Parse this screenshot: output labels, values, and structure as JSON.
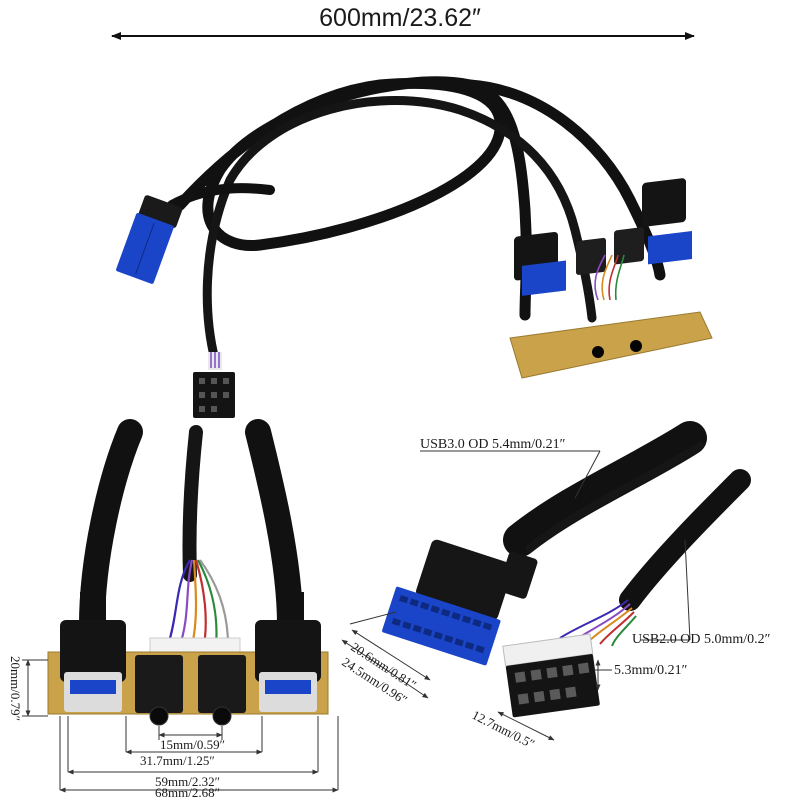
{
  "dimensions": {
    "total_length": "600mm/23.62″",
    "usb3_od": "USB3.0 OD 5.4mm/0.21″",
    "usb2_od": "USB2.0 OD 5.0mm/0.2″",
    "connector_20pin_width": "20.6mm/0.81″",
    "connector_20pin_housing": "24.5mm/0.96″",
    "connector_9pin_height": "5.3mm/0.21″",
    "connector_9pin_width": "12.7mm/0.5″",
    "panel_height": "20mm/0.79″",
    "audio_jack_spacing": "15mm/0.59″",
    "port_span": "31.7mm/1.25″",
    "usb_span": "59mm/2.32″",
    "panel_width": "68mm/2.68″"
  },
  "colors": {
    "cable": "#111111",
    "usb3_blue": "#1b45c9",
    "pcb": "#c9a24a",
    "jack_body": "#1a1a1a",
    "wire_colors": [
      "#3a2ab0",
      "#8a4bc2",
      "#d98a1c",
      "#c03030",
      "#2a8a3a",
      "#9a9a9a"
    ]
  }
}
